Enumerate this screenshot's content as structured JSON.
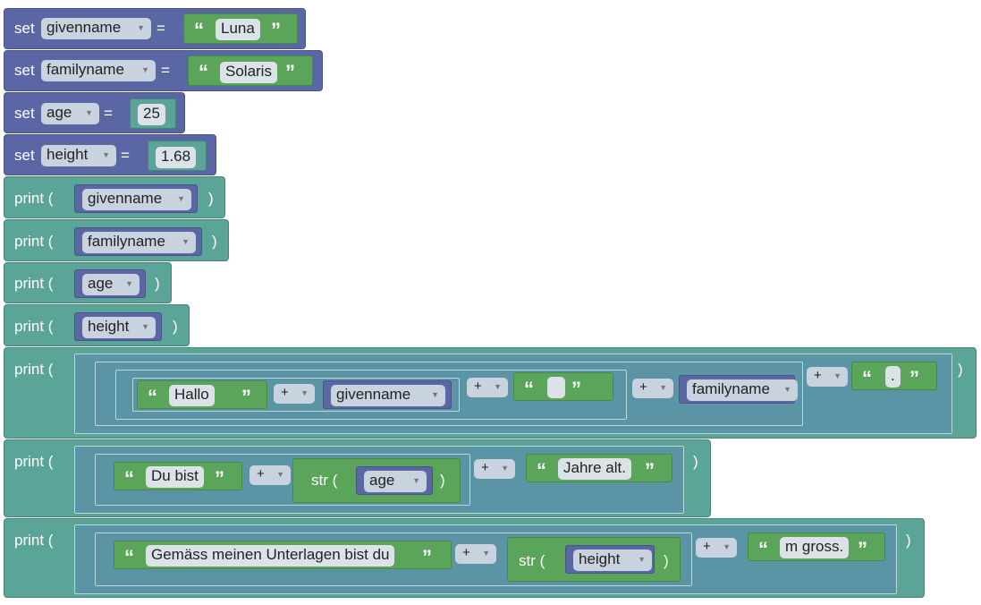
{
  "kw": {
    "set": "set",
    "print": "print (",
    "close": ")",
    "eq": "=",
    "str": "str (",
    "oq": "“",
    "cq": "”",
    "plus": "+"
  },
  "sets": [
    {
      "var": "givenname",
      "value": "Luna",
      "kind": "text"
    },
    {
      "var": "familyname",
      "value": "Solaris",
      "kind": "text"
    },
    {
      "var": "age",
      "value": "25",
      "kind": "number"
    },
    {
      "var": "height",
      "value": "1.68",
      "kind": "number"
    }
  ],
  "simple_prints": [
    "givenname",
    "familyname",
    "age",
    "height"
  ],
  "print1": {
    "t1": "Hallo",
    "v1": "givenname",
    "t2": "",
    "v2": "familyname",
    "t3": "."
  },
  "print2": {
    "t1": "Du bist",
    "v1": "age",
    "t2": "Jahre alt."
  },
  "print3": {
    "t1": "Gemäss meinen Unterlagen bist du",
    "v1": "height",
    "t2": "m gross."
  },
  "colors": {
    "variables": "#5b67a5",
    "text": "#5ba55b",
    "print": "#5ba598",
    "join": "#5b94a5"
  }
}
